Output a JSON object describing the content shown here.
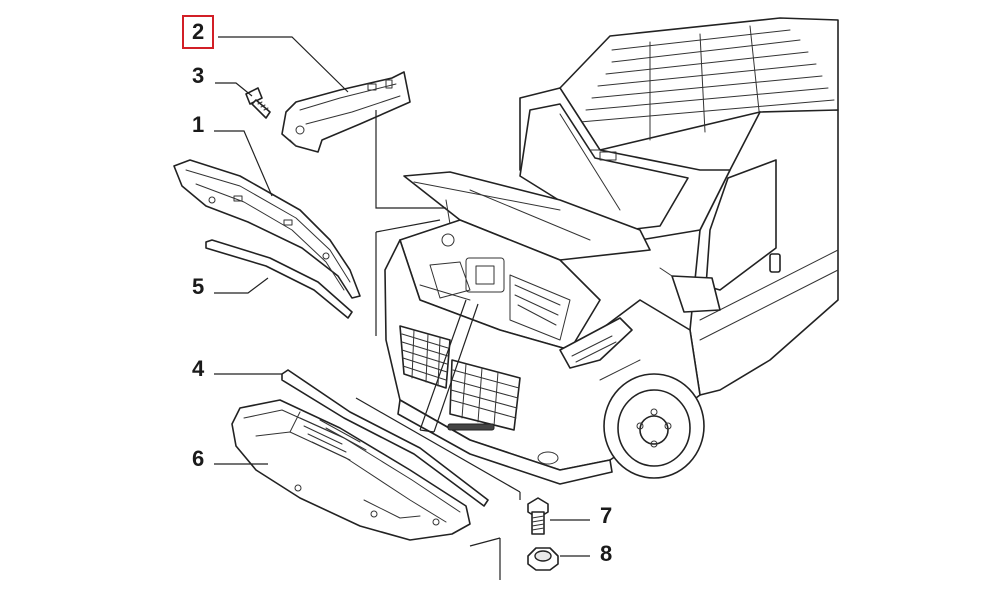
{
  "diagram": {
    "highlight_color": "#d21f26",
    "line_color": "#222222",
    "callouts": [
      {
        "id": "2",
        "label": "2",
        "highlighted": true
      },
      {
        "id": "3",
        "label": "3",
        "highlighted": false
      },
      {
        "id": "1",
        "label": "1",
        "highlighted": false
      },
      {
        "id": "5",
        "label": "5",
        "highlighted": false
      },
      {
        "id": "4",
        "label": "4",
        "highlighted": false
      },
      {
        "id": "6",
        "label": "6",
        "highlighted": false
      },
      {
        "id": "7",
        "label": "7",
        "highlighted": false
      },
      {
        "id": "8",
        "label": "8",
        "highlighted": false
      }
    ]
  }
}
